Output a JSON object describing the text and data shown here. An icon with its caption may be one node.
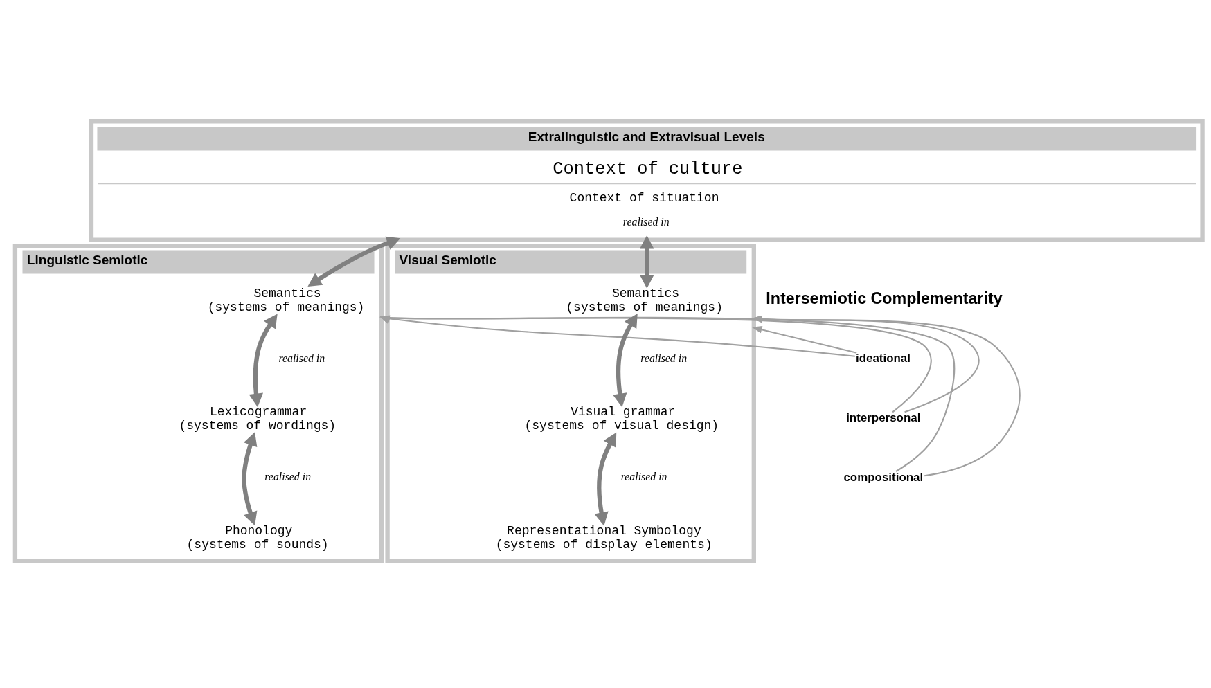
{
  "diagram": {
    "nodes": [
      {
        "text": [
          "Extralinguistic and Extravisual Levels",
          "Context of culture",
          "Context of situation",
          "realised in"
        ]
      },
      {
        "text": [
          "Linguistic Semiotic"
        ]
      },
      {
        "text": [
          "Semantics",
          "(systems of meanings)"
        ],
        "in": 1
      },
      {
        "text": [
          "Lexicogrammar",
          "(systems of wordings)"
        ],
        "in": 1
      },
      {
        "text": [
          "Phonology",
          "(systems of sounds)"
        ],
        "in": 1
      },
      {
        "text": [
          "Visual Semiotic"
        ]
      },
      {
        "text": [
          "Semantics",
          "(systems of meanings)"
        ],
        "in": 5
      },
      {
        "text": [
          "Visual grammar",
          "(systems of visual design)"
        ],
        "in": 5
      },
      {
        "text": [
          "Representational Symbology",
          "(systems of display elements)"
        ],
        "in": 5
      },
      {
        "text": [
          "ideational"
        ]
      },
      {
        "text": [
          "interpersonal"
        ]
      },
      {
        "text": [
          "compositional"
        ]
      }
    ],
    "edges": [
      {
        "from": 0,
        "to": 2,
        "arrow": "both",
        "style": "thick"
      },
      {
        "from": 2,
        "to": 3,
        "arrow": "both",
        "style": "thick"
      },
      {
        "from": 3,
        "to": 4,
        "arrow": "both",
        "style": "thick"
      },
      {
        "from": 0,
        "to": 6,
        "arrow": "both",
        "style": "thick"
      },
      {
        "from": 6,
        "to": 7,
        "arrow": "both",
        "style": "thick"
      },
      {
        "from": 7,
        "to": 8,
        "arrow": "both",
        "style": "thick"
      },
      {
        "from": 9,
        "to": 1,
        "arrow": "to",
        "color": "#a0a0a0"
      },
      {
        "from": 9,
        "to": 5,
        "arrow": "to",
        "color": "#a0a0a0"
      },
      {
        "from": 10,
        "to": 1,
        "arrow": "to",
        "color": "#a0a0a0"
      },
      {
        "from": 10,
        "to": 5,
        "arrow": "to",
        "color": "#a0a0a0"
      },
      {
        "from": 11,
        "to": 1,
        "arrow": "to",
        "color": "#a0a0a0"
      },
      {
        "from": 11,
        "to": 5,
        "arrow": "to",
        "color": "#a0a0a0"
      }
    ],
    "labels": [
      "Intersemiotic Complementarity",
      "realised in",
      "realised in",
      "realised in",
      "realised in"
    ]
  }
}
